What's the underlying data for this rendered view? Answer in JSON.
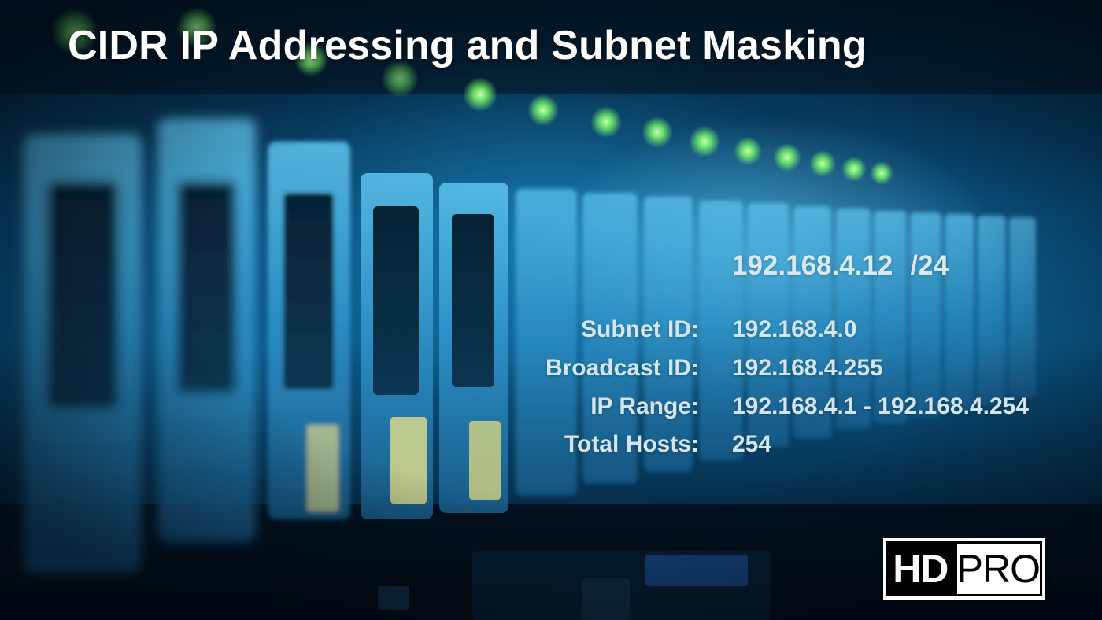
{
  "slide": {
    "title": "CIDR IP Addressing and Subnet Masking",
    "cidr": {
      "ip": "192.168.4.12",
      "prefix": "/24"
    },
    "details": [
      {
        "label": "Subnet ID:",
        "value": "192.168.4.0"
      },
      {
        "label": "Broadcast ID:",
        "value": "192.168.4.255"
      },
      {
        "label": "IP Range:",
        "value": "192.168.4.1 - 192.168.4.254"
      },
      {
        "label": "Total Hosts:",
        "value": "254"
      }
    ],
    "logo": {
      "part1": "HD",
      "part2": "PRO"
    },
    "background": {
      "description_icon": "server-rack-photo",
      "accent_color": "#0b5a8a",
      "led_color": "#7dff6a"
    }
  }
}
